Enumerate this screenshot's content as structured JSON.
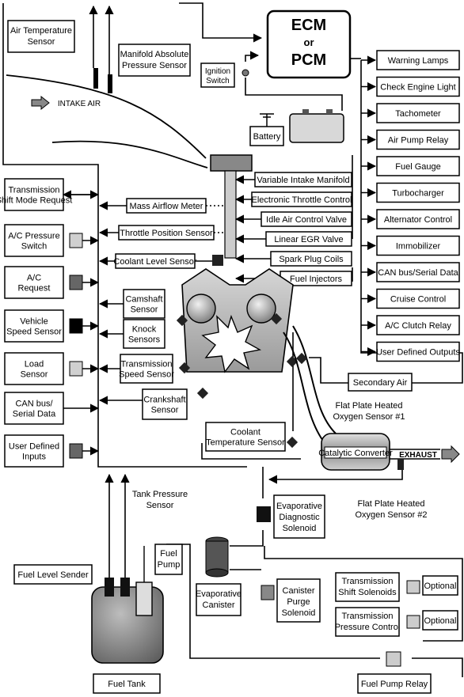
{
  "ecm": {
    "line1": "ECM",
    "line2": "or",
    "line3": "PCM"
  },
  "top_sensors": {
    "air_temp": [
      "Air Temperature",
      "Sensor"
    ],
    "map": [
      "Manifold Absolute",
      "Pressure Sensor"
    ],
    "ignition": [
      "Ignition",
      "Switch"
    ],
    "battery": "Battery",
    "intake_air": "INTAKE AIR"
  },
  "outputs": [
    "Warning Lamps",
    "Check Engine Light",
    "Tachometer",
    "Air Pump Relay",
    "Fuel Gauge",
    "Turbocharger",
    "Alternator Control",
    "Immobilizer",
    "CAN bus/Serial Data",
    "Cruise Control",
    "A/C Clutch Relay",
    "User Defined Outputs"
  ],
  "center_actuators": [
    "Variable Intake Manifold",
    "Electronic Throttle Control",
    "Idle Air Control Valve",
    "Linear EGR Valve",
    "Spark Plug Coils",
    "Fuel Injectors"
  ],
  "center_sensors": {
    "maf": "Mass Airflow Meter",
    "tps": "Throttle Position Sensor",
    "coolant_level": "Coolant Level Sensor",
    "cam": [
      "Camshaft",
      "Sensor"
    ],
    "knock": [
      "Knock",
      "Sensors"
    ],
    "trans_speed": [
      "Transmission",
      "Speed Sensor"
    ],
    "crank": [
      "Crankshaft",
      "Sensor"
    ],
    "coolant_temp": [
      "Coolant",
      "Temperature Sensor"
    ]
  },
  "left_inputs": [
    [
      "Transmission",
      "Shift Mode Request"
    ],
    [
      "A/C Pressure",
      "Switch"
    ],
    [
      "A/C",
      "Request"
    ],
    [
      "Vehicle",
      "Speed Sensor"
    ],
    [
      "Load",
      "Sensor"
    ],
    [
      "CAN bus/",
      "Serial Data"
    ],
    [
      "User Defined",
      "Inputs"
    ]
  ],
  "exhaust": {
    "secondary_air": "Secondary Air",
    "o2_1": [
      "Flat Plate Heated",
      "Oxygen Sensor #1"
    ],
    "cat": "Catalytic Converter",
    "exhaust": "EXHAUST",
    "o2_2": [
      "Flat Plate Heated",
      "Oxygen Sensor #2"
    ]
  },
  "evap": {
    "tank_pressure": [
      "Tank Pressure",
      "Sensor"
    ],
    "diag": [
      "Evaporative",
      "Diagnostic",
      "Solenoid"
    ],
    "canister": [
      "Evaporative",
      "Canister"
    ],
    "purge": [
      "Canister",
      "Purge",
      "Solenoid"
    ],
    "fuel_pump": [
      "Fuel",
      "Pump"
    ],
    "level_sender": "Fuel Level Sender",
    "fuel_tank": "Fuel Tank",
    "pump_relay": "Fuel Pump Relay"
  },
  "transmission": {
    "shift_solenoids": [
      "Transmission",
      "Shift Solenoids"
    ],
    "pressure_control": [
      "Transmission",
      "Pressure Control"
    ],
    "optional": "Optional"
  }
}
